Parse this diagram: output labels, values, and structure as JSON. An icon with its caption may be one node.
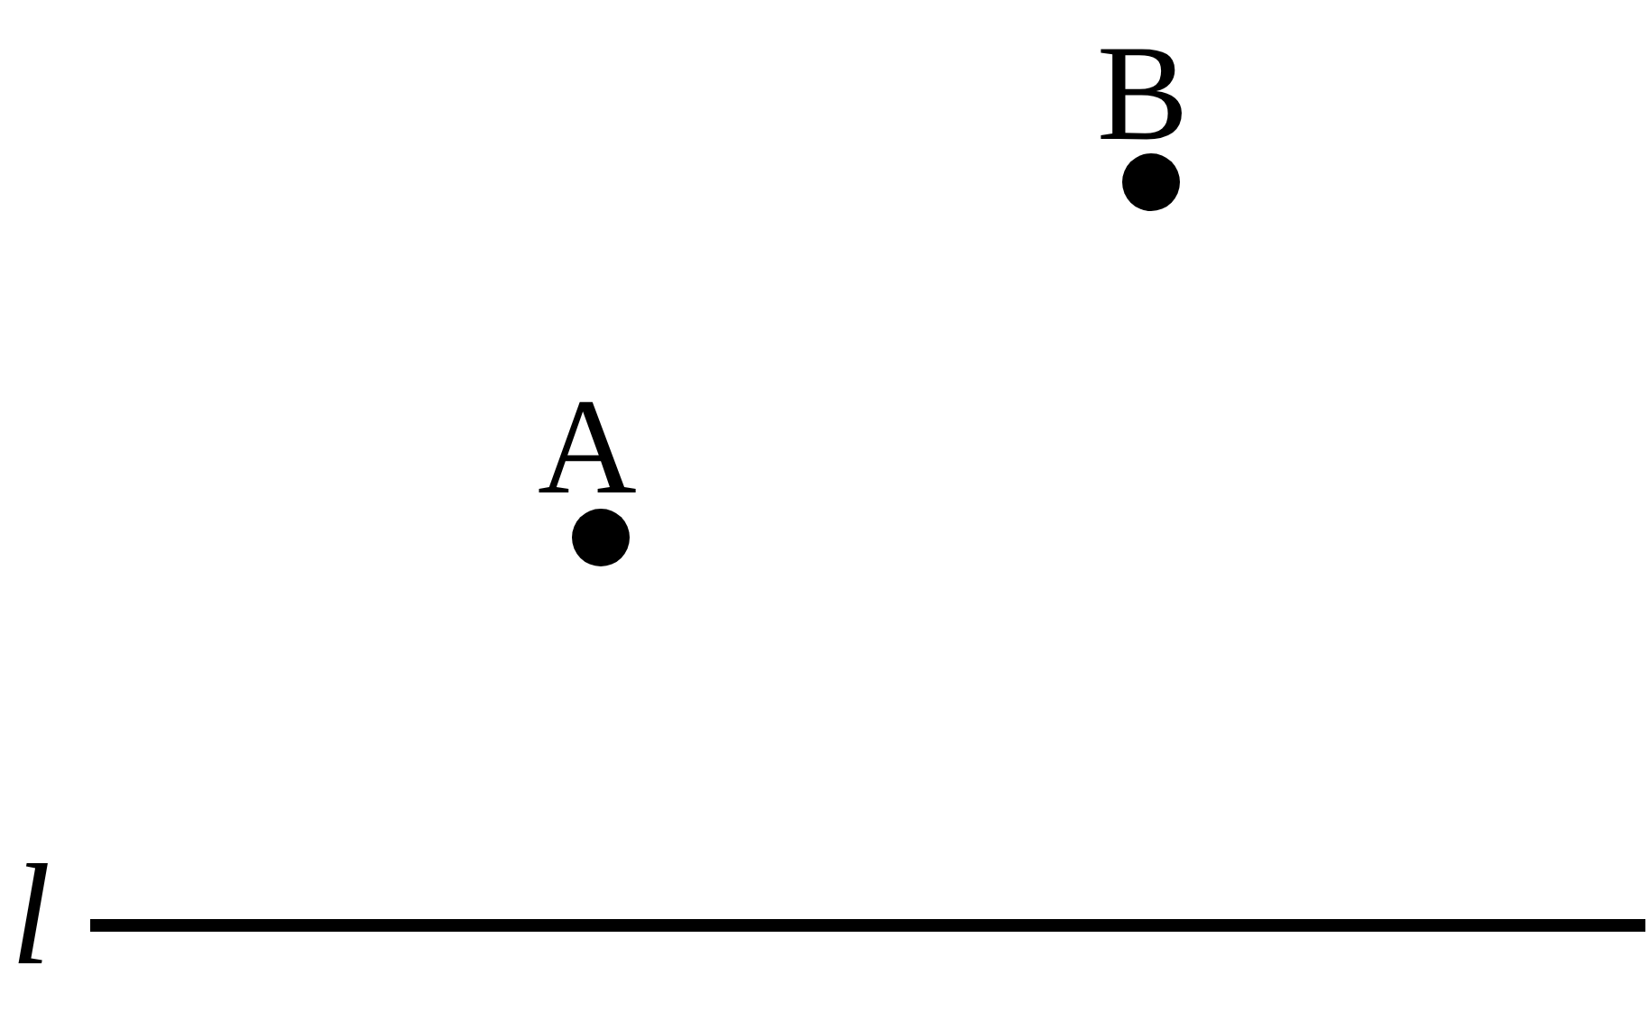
{
  "diagram": {
    "labels": [
      "B",
      "A",
      "l"
    ]
  }
}
